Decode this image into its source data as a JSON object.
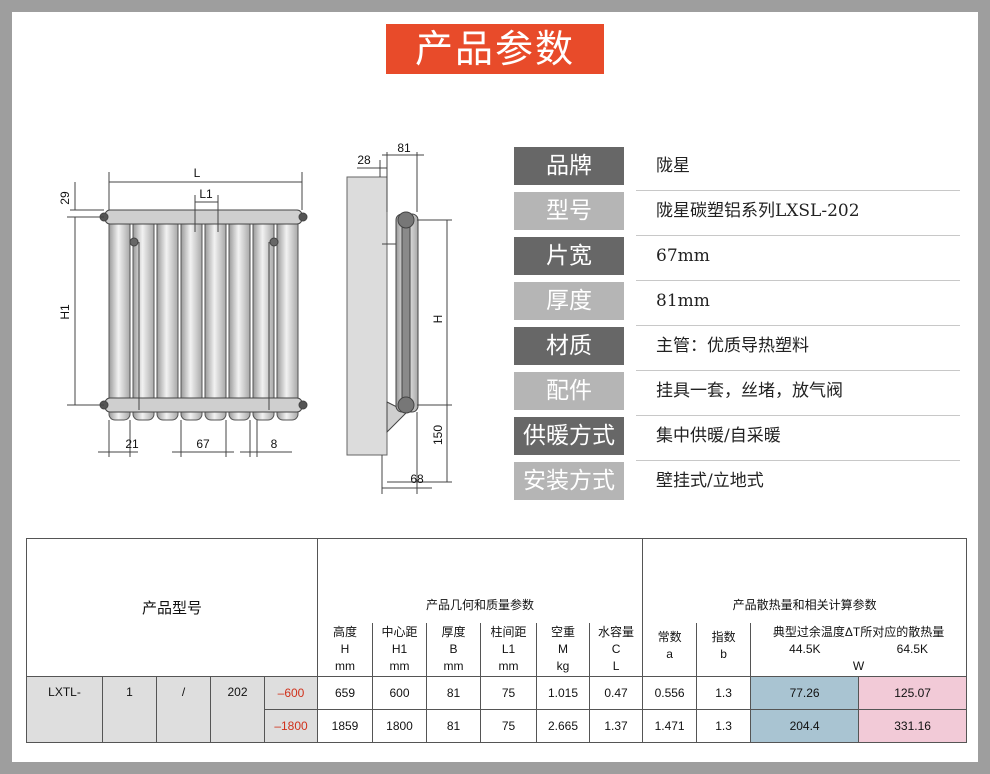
{
  "title": "产品参数",
  "drawing": {
    "front": {
      "L": "L",
      "L1": "L1",
      "H1": "H1",
      "d29": "29",
      "d21": "21",
      "d67": "67",
      "d8": "8"
    },
    "side": {
      "d28": "28",
      "d81": "81",
      "H": "H",
      "d150": "150",
      "d68": "68"
    }
  },
  "specs": [
    {
      "label": "品牌",
      "value": "陇星",
      "label_bg": "#676767"
    },
    {
      "label": "型号",
      "value": "陇星碳塑铝系列LXSL-202",
      "label_bg": "#b5b5b5"
    },
    {
      "label": "片宽",
      "value": "67mm",
      "label_bg": "#676767"
    },
    {
      "label": "厚度",
      "value": "81mm",
      "label_bg": "#b5b5b5"
    },
    {
      "label": "材质",
      "value": "主管：优质导热塑料",
      "label_bg": "#676767"
    },
    {
      "label": "配件",
      "value": "挂具一套，丝堵，放气阀",
      "label_bg": "#b5b5b5"
    },
    {
      "label": "供暖方式",
      "value": "集中供暖/自采暖",
      "label_bg": "#676767"
    },
    {
      "label": "安装方式",
      "value": "壁挂式/立地式",
      "label_bg": "#b5b5b5"
    }
  ],
  "table": {
    "model_header": "产品型号",
    "geom_header": "产品几何和质量参数",
    "heat_header": "产品散热量和相关计算参数",
    "cols": [
      {
        "name": "高度",
        "sym": "H",
        "unit": "mm"
      },
      {
        "name": "中心距",
        "sym": "H1",
        "unit": "mm"
      },
      {
        "name": "厚度",
        "sym": "B",
        "unit": "mm"
      },
      {
        "name": "柱间距",
        "sym": "L1",
        "unit": "mm"
      },
      {
        "name": "空重",
        "sym": "M",
        "unit": "kg"
      },
      {
        "name": "水容量",
        "sym": "C",
        "unit": "L"
      }
    ],
    "heat_cols": [
      {
        "name": "常数",
        "sym": "a"
      },
      {
        "name": "指数",
        "sym": "b"
      }
    ],
    "dt_header": "典型过余温度ΔT所对应的散热量",
    "dt1": "44.5K",
    "dt2": "64.5K",
    "dt_unit": "W",
    "model_parts": [
      "LXTL-",
      "1",
      "/",
      "202"
    ],
    "rows": [
      {
        "suffix": "–600",
        "H": "659",
        "H1": "600",
        "B": "81",
        "L1": "75",
        "M": "1.015",
        "C": "0.47",
        "a": "0.556",
        "b": "1.3",
        "q1": "77.26",
        "q2": "125.07"
      },
      {
        "suffix": "–1800",
        "H": "1859",
        "H1": "1800",
        "B": "81",
        "L1": "75",
        "M": "2.665",
        "C": "1.37",
        "a": "1.471",
        "b": "1.3",
        "q1": "204.4",
        "q2": "331.16"
      }
    ]
  },
  "colors": {
    "title_bg": "#e84b2a",
    "dark_label": "#676767",
    "light_label": "#b5b5b5",
    "blue_cell": "#a9c4d2",
    "pink_cell": "#f2cad7"
  }
}
